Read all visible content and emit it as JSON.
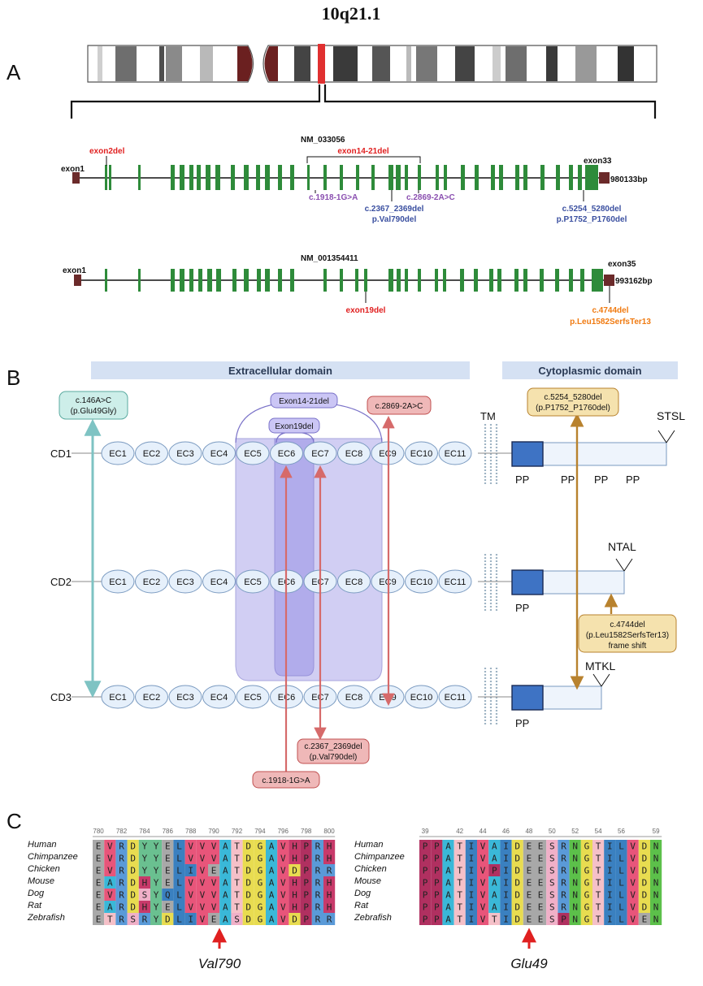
{
  "title": "10q21.1",
  "panel_labels": {
    "a": "A",
    "b": "B",
    "c": "C"
  },
  "colors": {
    "exon": "#2e8b3a",
    "utr": "#6b2a2a",
    "band_mark": "#e03030",
    "red_text": "#e02020",
    "purple_text": "#8a4fb0",
    "blue_text": "#3a4fa0",
    "orange_text": "#f07a10",
    "ec_fill": "#e6f0fb",
    "ec_stroke": "#7a9ac0",
    "domain_bar": "#d5e1f3",
    "pp_box": "#3e73c4",
    "teal": "#7ec3c3",
    "salmon": "#d66a6a",
    "brown": "#b8822e",
    "highlight": "#c9c6f2"
  },
  "panel_a": {
    "transcript1": {
      "name": "NM_033056",
      "exon_first": "exon1",
      "exon_last": "exon33",
      "length": "980133bp",
      "labels": {
        "exon2del": "exon2del",
        "exon14_21del": "exon14-21del",
        "v1918": "c.1918-1G>A",
        "v2367": "c.2367_2369del",
        "v2367p": "p.Val790del",
        "v2869": "c.2869-2A>C",
        "v5254": "c.5254_5280del",
        "v5254p": "p.P1752_P1760del"
      }
    },
    "transcript2": {
      "name": "NM_001354411",
      "exon_first": "exon1",
      "exon_last": "exon35",
      "length": "993162bp",
      "labels": {
        "exon19del": "exon19del",
        "v4744": "c.4744del",
        "v4744p": "p.Leu1582SerfsTer13"
      }
    }
  },
  "panel_b": {
    "extracellular": "Extracellular domain",
    "cytoplasmic": "Cytoplasmic domain",
    "tm": "TM",
    "rows": [
      "CD1",
      "CD2",
      "CD3"
    ],
    "ec": [
      "EC1",
      "EC2",
      "EC3",
      "EC4",
      "EC5",
      "EC6",
      "EC7",
      "EC8",
      "EC9",
      "EC10",
      "EC11"
    ],
    "pp": "PP",
    "ends": {
      "cd1": "STSL",
      "cd2": "NTAL",
      "cd3": "MTKL"
    },
    "callouts": {
      "c146_1": "c.146A>C",
      "c146_2": "(p.Glu49Gly)",
      "exon14_21": "Exon14-21del",
      "exon19": "Exon19del",
      "c2869": "c.2869-2A>C",
      "c5254_1": "c.5254_5280del",
      "c5254_2": "(p.P1752_P1760del)",
      "c4744_1": "c.4744del",
      "c4744_2": "(p.Leu1582SerfsTer13)",
      "c4744_3": "frame shift",
      "c2367_1": "c.2367_2369del",
      "c2367_2": "(p.Val790del)",
      "c1918": "c.1918-1G>A"
    }
  },
  "panel_c": {
    "species": [
      "Human",
      "Chimpanzee",
      "Chicken",
      "Mouse",
      "Dog",
      "Rat",
      "Zebrafish"
    ],
    "left": {
      "ticks": [
        "780",
        "782",
        "784",
        "786",
        "788",
        "790",
        "792",
        "794",
        "796",
        "798",
        "800"
      ],
      "rows": [
        "EVRDYYELVVVATDGAVHPRH",
        "EVRDYYELVVVATDGAVHPRH",
        "EVRDYYELIVEATDGAVDPRR",
        "EARDHYELVVVATDGAVHPRH",
        "EVRDSYQLVVVATDGAVHPRH",
        "EARDHYELVVVATDGAVHPRH",
        "ETRSRYDLIVEASDGAVDPRR"
      ],
      "marker": "Val790"
    },
    "right": {
      "ticks": [
        "39",
        "42",
        "44",
        "46",
        "48",
        "50",
        "52",
        "54",
        "56",
        "59"
      ],
      "rows": [
        "PPATIVAIDEESRNGTILVDN",
        "PPATIVAIDEESRNGTILVDN",
        "PPATIVPIDEESRNGTILVDN",
        "PPATIVAIDEESRNGTILVDN",
        "PPATIVAIDEESRNGTILVDN",
        "PPATIVAIDEESRNGTILVDN",
        "PPATIVTIDEESPNGTILVEN"
      ],
      "marker": "Glu49"
    }
  }
}
